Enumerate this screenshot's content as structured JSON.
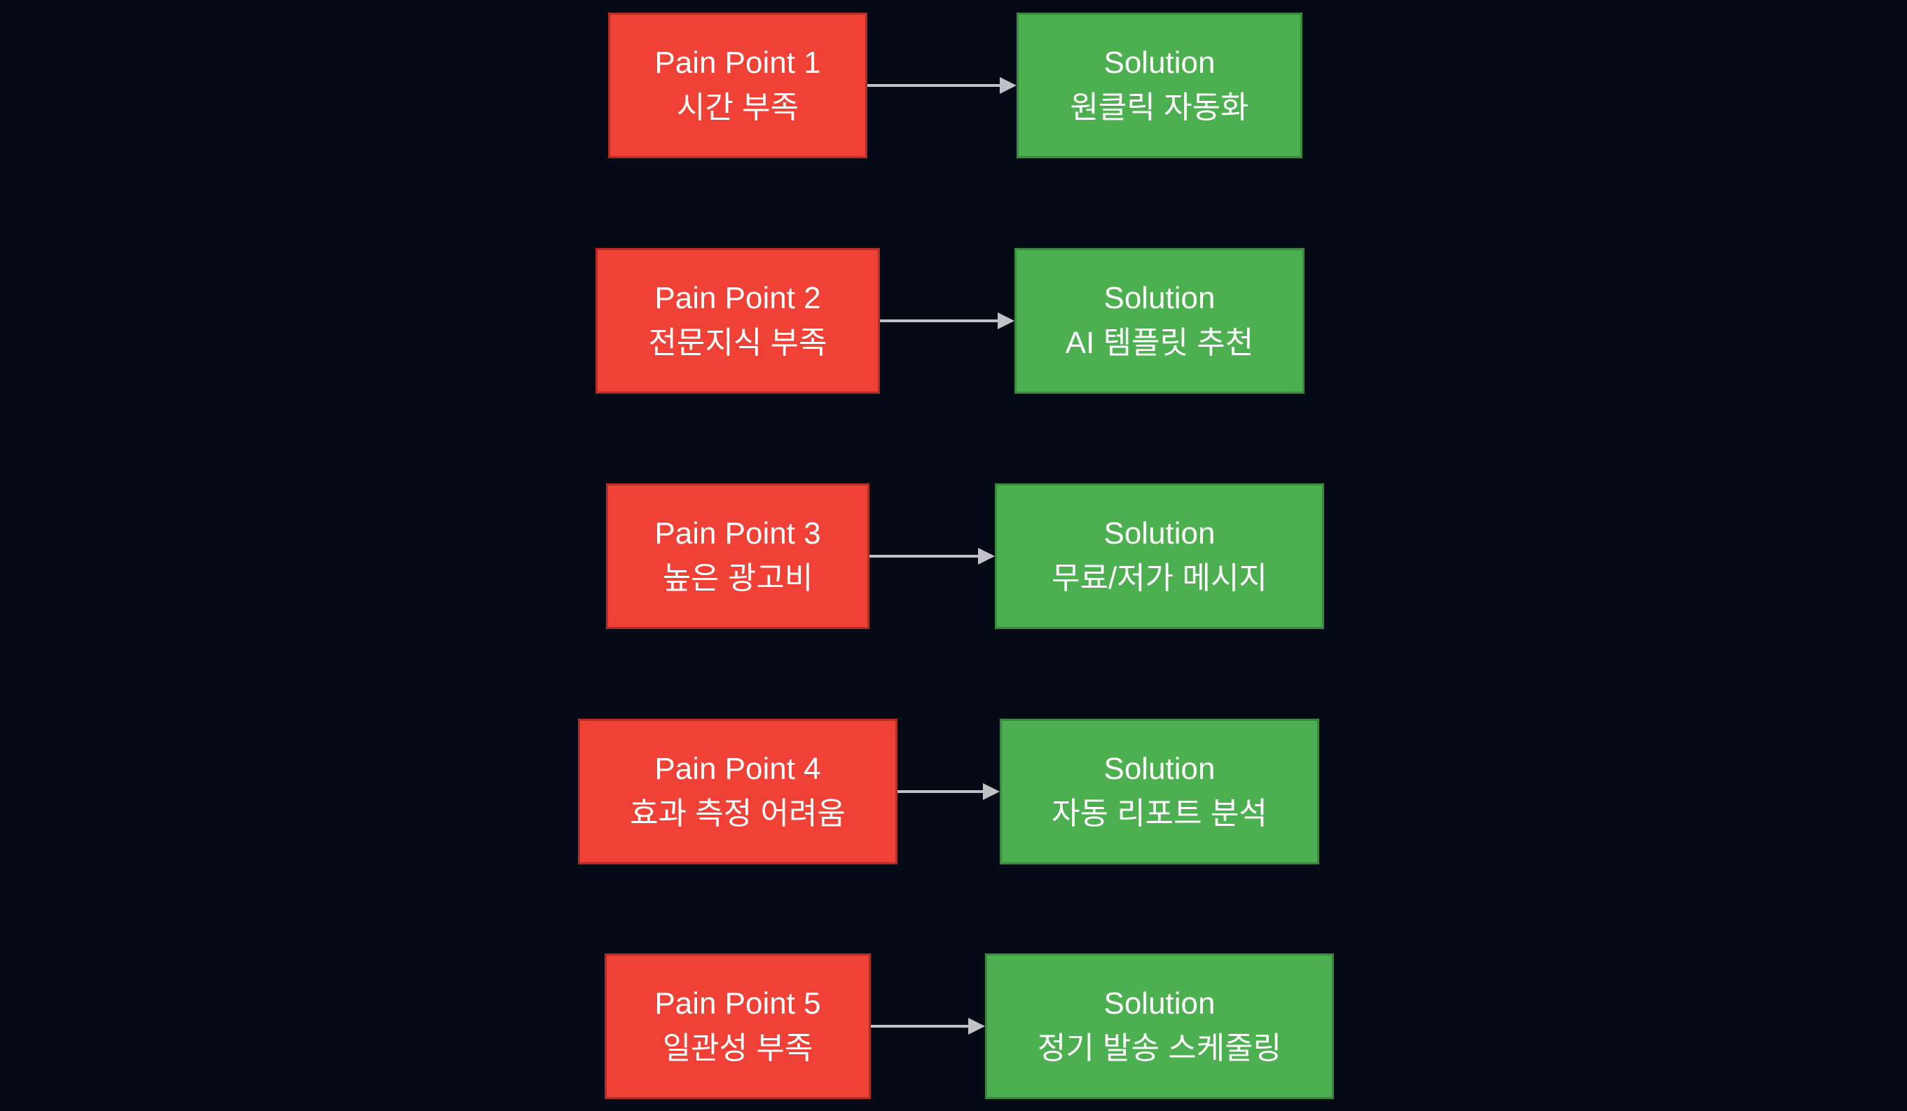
{
  "diagram": {
    "rows": [
      {
        "pain": {
          "title": "Pain Point 1",
          "subtitle": "시간 부족"
        },
        "solution": {
          "title": "Solution",
          "subtitle": "원클릭 자동화"
        }
      },
      {
        "pain": {
          "title": "Pain Point 2",
          "subtitle": "전문지식 부족"
        },
        "solution": {
          "title": "Solution",
          "subtitle": "AI 템플릿 추천"
        }
      },
      {
        "pain": {
          "title": "Pain Point 3",
          "subtitle": "높은 광고비"
        },
        "solution": {
          "title": "Solution",
          "subtitle": "무료/저가 메시지"
        }
      },
      {
        "pain": {
          "title": "Pain Point 4",
          "subtitle": "효과 측정 어려움"
        },
        "solution": {
          "title": "Solution",
          "subtitle": "자동 리포트 분석"
        }
      },
      {
        "pain": {
          "title": "Pain Point 5",
          "subtitle": "일관성 부족"
        },
        "solution": {
          "title": "Solution",
          "subtitle": "정기 발송 스케줄링"
        }
      }
    ]
  },
  "icons": {
    "arrow": "arrow-right"
  },
  "colors": {
    "background": "#050b16",
    "pain_fill": "#ef4136",
    "pain_stroke": "#b12c23",
    "solution_fill": "#4caf50",
    "solution_stroke": "#3a8a3e",
    "arrow": "#c0c2c5",
    "text": "#ffffff"
  }
}
